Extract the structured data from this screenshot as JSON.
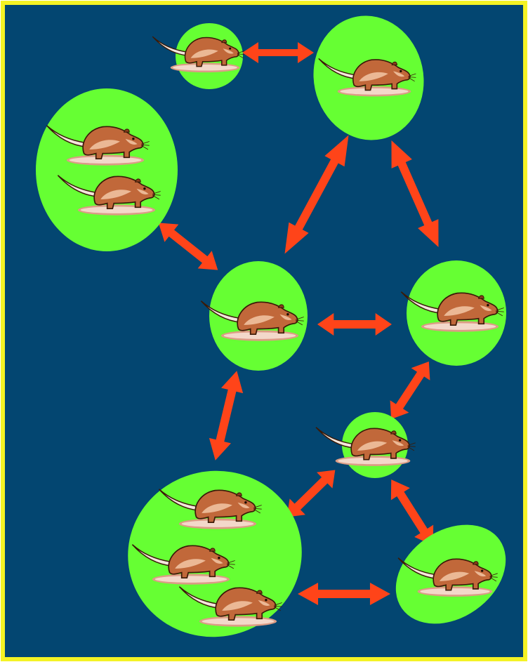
{
  "diagram": {
    "type": "habitat-patch network (metapopulation)",
    "colors": {
      "frame": "#f4f224",
      "background": "#034671",
      "patch": "#66ff33",
      "arrow": "#ff4419",
      "animal_body": "#c1683a",
      "animal_belly": "#f2c7a6",
      "animal_outline": "#3a1a08",
      "ground_shadow": "#dc9c85"
    },
    "icon": "rodent-icon",
    "arrow_style": "double-headed",
    "patches": [
      {
        "id": "patch-top-small",
        "animals": 1
      },
      {
        "id": "patch-top-right",
        "animals": 1
      },
      {
        "id": "patch-upper-left",
        "animals": 2
      },
      {
        "id": "patch-center",
        "animals": 1
      },
      {
        "id": "patch-right",
        "animals": 1
      },
      {
        "id": "patch-lower-middle",
        "animals": 1
      },
      {
        "id": "patch-bottom-left",
        "animals": 3
      },
      {
        "id": "patch-bottom-right",
        "animals": 1
      }
    ],
    "links": [
      [
        "patch-top-small",
        "patch-top-right"
      ],
      [
        "patch-top-right",
        "patch-center"
      ],
      [
        "patch-top-right",
        "patch-right"
      ],
      [
        "patch-upper-left",
        "patch-center"
      ],
      [
        "patch-center",
        "patch-right"
      ],
      [
        "patch-center",
        "patch-bottom-left"
      ],
      [
        "patch-right",
        "patch-lower-middle"
      ],
      [
        "patch-lower-middle",
        "patch-bottom-left"
      ],
      [
        "patch-lower-middle",
        "patch-bottom-right"
      ],
      [
        "patch-bottom-left",
        "patch-bottom-right"
      ]
    ]
  }
}
